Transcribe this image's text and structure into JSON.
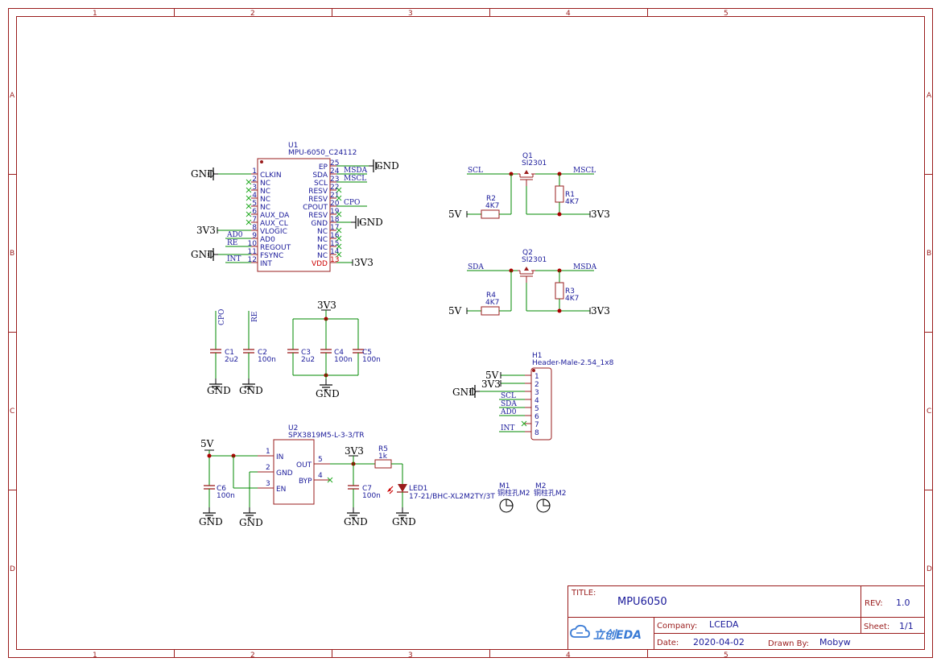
{
  "colors": {
    "frame": "#9a1c1c",
    "wire": "#008800",
    "pin_text": "#1a1a9a",
    "net_label": "#1a1a9a",
    "power_text": "#000000",
    "pin_number": "#cc0000"
  },
  "frame": {
    "cols": [
      "1",
      "2",
      "3",
      "4",
      "5"
    ],
    "rows": [
      "A",
      "B",
      "C",
      "D"
    ]
  },
  "u1": {
    "ref": "U1",
    "value": "MPU-6050_C24112",
    "left_pins": [
      {
        "num": "1",
        "name": "CLKIN"
      },
      {
        "num": "2",
        "name": "NC"
      },
      {
        "num": "3",
        "name": "NC"
      },
      {
        "num": "4",
        "name": "NC"
      },
      {
        "num": "5",
        "name": "NC"
      },
      {
        "num": "6",
        "name": "AUX_DA"
      },
      {
        "num": "7",
        "name": "AUX_CL"
      },
      {
        "num": "8",
        "name": "VLOGIC"
      },
      {
        "num": "9",
        "name": "AD0"
      },
      {
        "num": "10",
        "name": "REGOUT"
      },
      {
        "num": "11",
        "name": "FSYNC"
      },
      {
        "num": "12",
        "name": "INT"
      }
    ],
    "right_pins": [
      {
        "num": "25",
        "name": "EP"
      },
      {
        "num": "24",
        "name": "SDA"
      },
      {
        "num": "23",
        "name": "SCL"
      },
      {
        "num": "22",
        "name": "RESV"
      },
      {
        "num": "21",
        "name": "RESV"
      },
      {
        "num": "20",
        "name": "CPOUT"
      },
      {
        "num": "19",
        "name": "RESV"
      },
      {
        "num": "18",
        "name": "GND"
      },
      {
        "num": "17",
        "name": "NC"
      },
      {
        "num": "16",
        "name": "NC"
      },
      {
        "num": "15",
        "name": "NC"
      },
      {
        "num": "14",
        "name": "NC"
      },
      {
        "num": "13",
        "name": "VDD"
      }
    ]
  },
  "nets": {
    "gnd": "GND",
    "v33": "3V3",
    "v5": "5V",
    "ad0": "AD0",
    "re": "RE",
    "int": "INT",
    "msda": "MSDA",
    "mscl": "MSCL",
    "cpo": "CPO",
    "scl": "SCL",
    "sda": "SDA"
  },
  "q1": {
    "ref": "Q1",
    "value": "SI2301"
  },
  "q2": {
    "ref": "Q2",
    "value": "SI2301"
  },
  "r1": {
    "ref": "R1",
    "value": "4K7"
  },
  "r2": {
    "ref": "R2",
    "value": "4K7"
  },
  "r3": {
    "ref": "R3",
    "value": "4K7"
  },
  "r4": {
    "ref": "R4",
    "value": "4K7"
  },
  "r5": {
    "ref": "R5",
    "value": "1k"
  },
  "c1": {
    "ref": "C1",
    "value": "2u2"
  },
  "c2": {
    "ref": "C2",
    "value": "100n"
  },
  "c3": {
    "ref": "C3",
    "value": "2u2"
  },
  "c4": {
    "ref": "C4",
    "value": "100n"
  },
  "c5": {
    "ref": "C5",
    "value": "100n"
  },
  "c6": {
    "ref": "C6",
    "value": "100n"
  },
  "c7": {
    "ref": "C7",
    "value": "100n"
  },
  "h1": {
    "ref": "H1",
    "value": "Header-Male-2.54_1x8",
    "pins": [
      "1",
      "2",
      "3",
      "4",
      "5",
      "6",
      "7",
      "8"
    ]
  },
  "u2": {
    "ref": "U2",
    "value": "SPX3819M5-L-3-3/TR",
    "pins": [
      {
        "num": "1",
        "name": "IN"
      },
      {
        "num": "2",
        "name": "GND"
      },
      {
        "num": "3",
        "name": "EN"
      },
      {
        "num": "5",
        "name": "OUT"
      },
      {
        "num": "4",
        "name": "BYP"
      }
    ]
  },
  "led1": {
    "ref": "LED1",
    "value": "17-21/BHC-XL2M2TY/3T"
  },
  "m1": {
    "ref": "M1",
    "value": "铜柱孔M2"
  },
  "m2": {
    "ref": "M2",
    "value": "铜柱孔M2"
  },
  "title_block": {
    "title_label": "TITLE:",
    "title": "MPU6050",
    "rev_label": "REV:",
    "rev": "1.0",
    "logo_text": "立创EDA",
    "company_label": "Company:",
    "company": "LCEDA",
    "sheet_label": "Sheet:",
    "sheet": "1/1",
    "date_label": "Date:",
    "date": "2020-04-02",
    "drawn_label": "Drawn By:",
    "drawn_by": "Mobyw"
  },
  "icons": {
    "logo": "cloud-logo-icon"
  }
}
